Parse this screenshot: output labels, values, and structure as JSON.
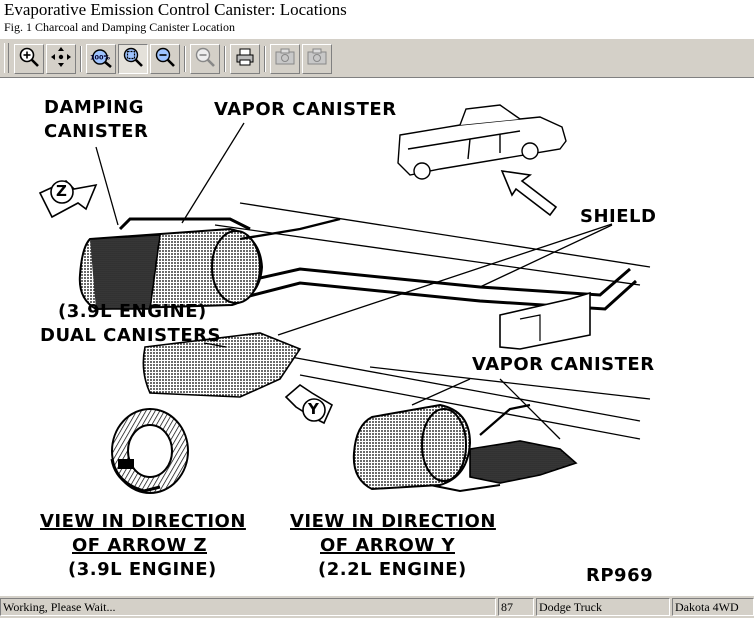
{
  "window": {
    "title": "Evaporative Emission Control Canister:  Locations",
    "figure_caption": "Fig. 1 Charcoal and Damping Canister Location"
  },
  "toolbar": {
    "buttons": [
      {
        "icon": "zoom-in-icon",
        "label": "Zoom In"
      },
      {
        "icon": "pan-icon",
        "label": "Pan"
      },
      {
        "icon": "zoom-100-icon",
        "label": "100%",
        "text": "100%"
      },
      {
        "icon": "zoom-fit-icon",
        "label": "Zoom to Fit"
      },
      {
        "icon": "zoom-out-icon",
        "label": "Zoom Out"
      },
      {
        "icon": "zoom-minus-icon",
        "label": "Zoom Minus"
      },
      {
        "icon": "print-icon",
        "label": "Print"
      },
      {
        "icon": "copy-icon",
        "label": "Copy"
      },
      {
        "icon": "copy-all-icon",
        "label": "Copy All"
      }
    ]
  },
  "diagram": {
    "labels": {
      "damping_canister_1": "DAMPING",
      "damping_canister_2": "CANISTER",
      "vapor_canister_top": "VAPOR CANISTER",
      "shield": "SHIELD",
      "engine_39_dual_1": "(3.9L ENGINE)",
      "engine_39_dual_2": "DUAL CANISTERS",
      "vapor_canister_lower": "VAPOR CANISTER",
      "arrow_z": "Z",
      "arrow_y": "Y",
      "view_z_1": "VIEW IN DIRECTION",
      "view_z_2": "OF ARROW Z",
      "view_z_3": "(3.9L ENGINE)",
      "view_y_1": "VIEW IN DIRECTION",
      "view_y_2": "OF ARROW Y",
      "view_y_3": "(2.2L ENGINE)",
      "ref_code": "RP969"
    }
  },
  "statusbar": {
    "status": "Working,  Please Wait...",
    "page": "87",
    "make": "Dodge Truck",
    "model": "Dakota 4WD"
  }
}
